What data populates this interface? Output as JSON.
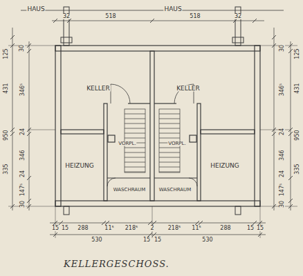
{
  "diagram": {
    "title": "KELLERGESCHOSS.",
    "labels": [
      "HAUS",
      "HAUS",
      "32",
      "518",
      "518",
      "32",
      "125",
      "30",
      "431",
      "346⁵",
      "24",
      "950",
      "346",
      "24",
      "335",
      "147⁵",
      "30",
      "125",
      "30",
      "346⁵",
      "431",
      "24",
      "346",
      "950",
      "335",
      "24",
      "147⁵",
      "30",
      "KELLER",
      "KELLER",
      "VORPL.",
      "VORPL.",
      "HEIZUNG",
      "HEIZUNG",
      "WASCHRAUM",
      "WASCHRAUM",
      "15",
      "15",
      "288",
      "11⁵",
      "218⁵",
      "2",
      "218⁵",
      "11⁵",
      "288",
      "15",
      "15",
      "530",
      "15",
      "15",
      "530"
    ]
  }
}
